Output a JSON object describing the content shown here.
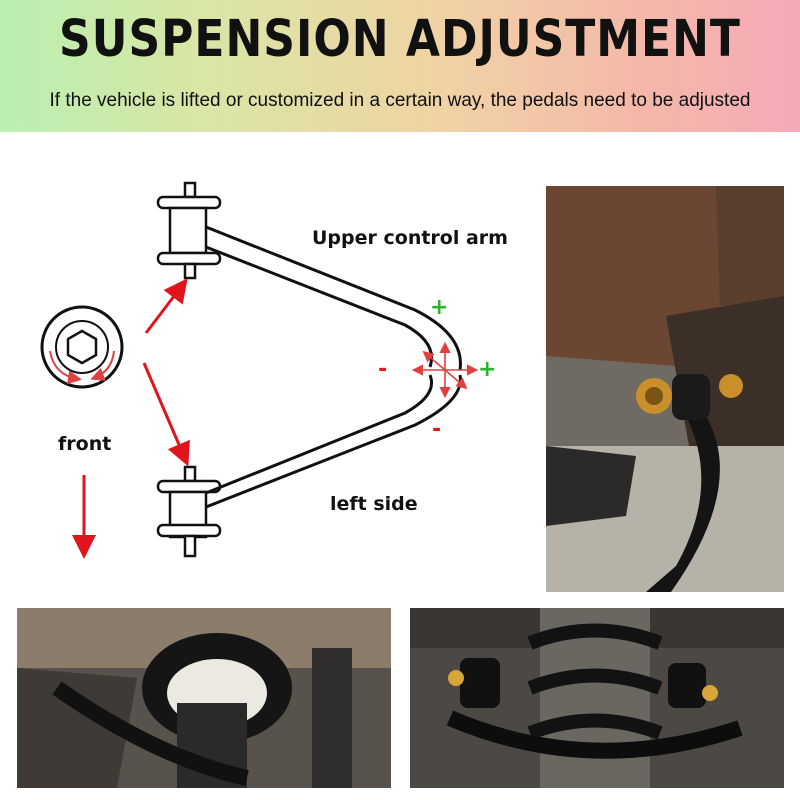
{
  "header": {
    "title": "SUSPENSION ADJUSTMENT",
    "subtitle": "If the vehicle is lifted or customized in a certain way, the pedals need to be adjusted"
  },
  "diagram": {
    "upper_label": "Upper control arm",
    "side_label": "left side",
    "front_label": "front",
    "plus_top": "+",
    "plus_right": "+",
    "minus_left": "-",
    "minus_bottom": "-"
  },
  "colors": {
    "arrow_red": "#e0141c",
    "plus_green": "#27b52b",
    "minus_red": "#e01a1a"
  }
}
